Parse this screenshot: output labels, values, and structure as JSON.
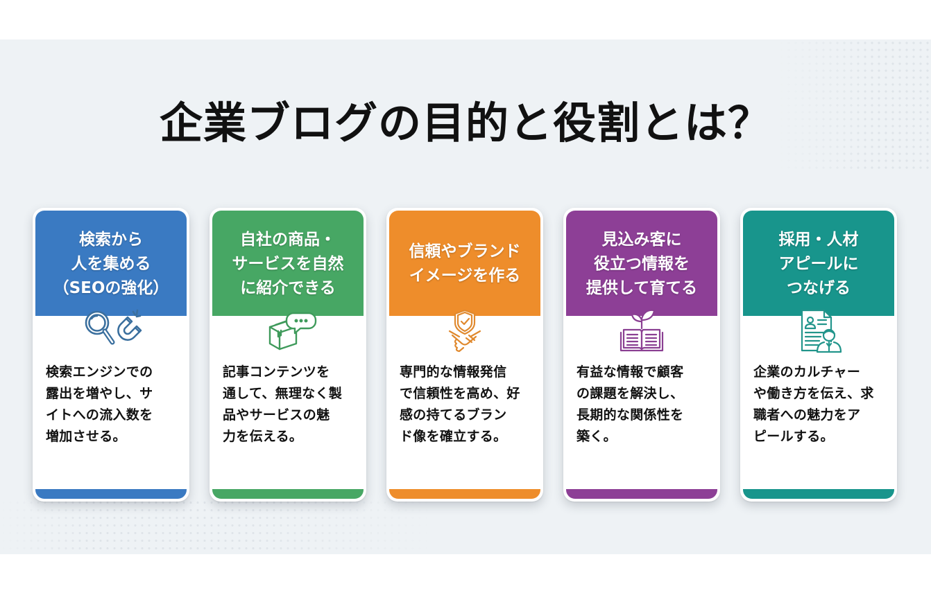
{
  "title": "企業ブログの目的と役割とは？",
  "colors": {
    "background": "#eef2f5",
    "blue": "#3a7ac2",
    "green": "#47a764",
    "orange": "#ee8d2b",
    "purple": "#8d3f96",
    "teal": "#18958c"
  },
  "cards": [
    {
      "heading": "検索から\n人を集める\n（SEOの強化）",
      "icon": "search-magnet-icon",
      "color": "#3a7ac2",
      "body": "検索エンジンでの\n露出を増やし、サ\nイトへの流入数を\n増加させる。"
    },
    {
      "heading": "自社の商品・\nサービスを自然\nに紹介できる",
      "icon": "box-chat-icon",
      "color": "#47a764",
      "body": "記事コンテンツを\n通して、無理なく製\n品やサービスの魅\n力を伝える。"
    },
    {
      "heading": "信頼やブランド\nイメージを作る",
      "icon": "shield-handshake-icon",
      "color": "#ee8d2b",
      "body": "専門的な情報発信\nで信頼性を高め、好\n感の持てるブラン\nド像を確立する。"
    },
    {
      "heading": "見込み客に\n役立つ情報を\n提供して育てる",
      "icon": "book-sprout-icon",
      "color": "#8d3f96",
      "body": "有益な情報で顧客\nの課題を解決し、\n長期的な関係性を\n築く。"
    },
    {
      "heading": "採用・人材\nアピールに\nつなげる",
      "icon": "resume-person-icon",
      "color": "#18958c",
      "body": "企業のカルチャー\nや働き方を伝え、求\n職者への魅力をア\nピールする。"
    }
  ]
}
